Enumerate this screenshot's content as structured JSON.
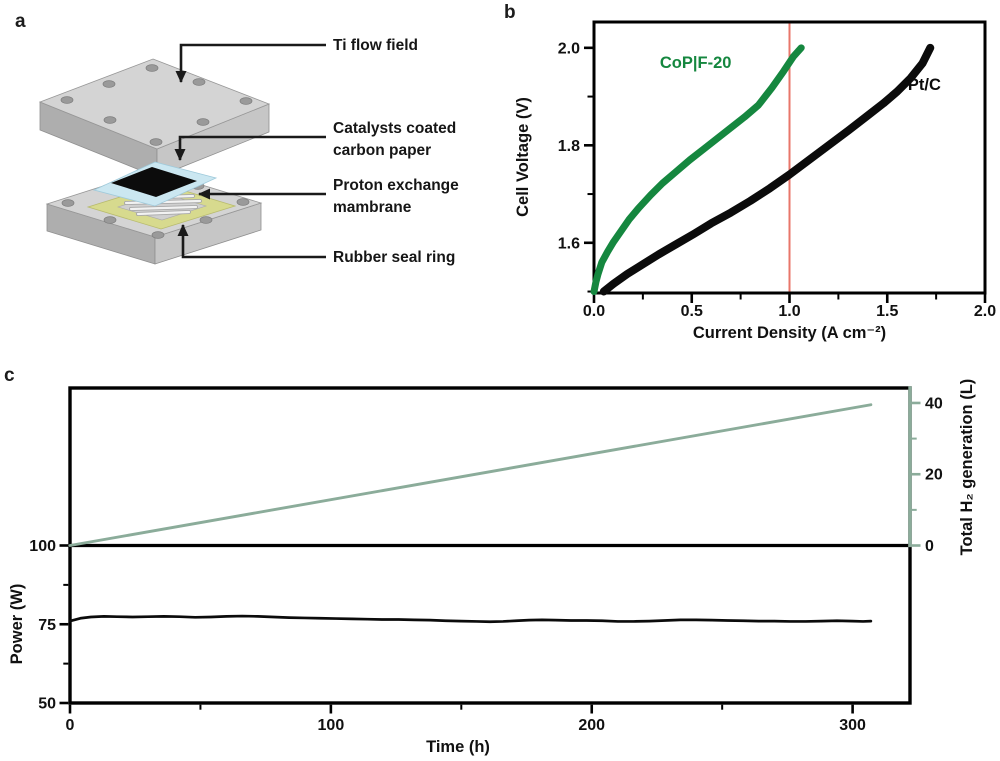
{
  "panels": {
    "a": {
      "letter": "a",
      "annotations": {
        "ti_flow_field": "Ti flow field",
        "catalysts_line1": "Catalysts coated",
        "catalysts_line2": "carbon paper",
        "membrane_line1": "Proton exchange",
        "membrane_line2": "mambrane",
        "seal": "Rubber seal ring"
      },
      "colors": {
        "plate_top": "#d4d4d4",
        "plate_left": "#aeaeae",
        "plate_right": "#c6c6c6",
        "membrane": "#cbe7f1",
        "catalyst": "#0c0c0c",
        "seal": "#d7da8e"
      }
    },
    "b": {
      "letter": "b"
    },
    "c": {
      "letter": "c"
    }
  },
  "chart_data": [
    {
      "panel": "b",
      "type": "line",
      "xlabel": "Current Density (A cm⁻²)",
      "ylabel": "Cell Voltage (V)",
      "xlim": [
        0,
        2.0
      ],
      "ylim": [
        1.497,
        2.053
      ],
      "xticks": [
        0.0,
        0.5,
        1.0,
        1.5,
        2.0
      ],
      "xtick_labels": [
        "0.0",
        "0.5",
        "1.0",
        "1.5",
        "2.0"
      ],
      "xticks_minor": [
        0.25,
        0.75,
        1.25,
        1.75
      ],
      "yticks": [
        1.6,
        1.8,
        2.0
      ],
      "ytick_labels": [
        "1.6",
        "1.8",
        "2.0"
      ],
      "yticks_minor": [
        1.5,
        1.7,
        1.9
      ],
      "grid": false,
      "vline": {
        "x": 1.0,
        "color": "#e8766a"
      },
      "series": [
        {
          "name": "CoP|F-20",
          "color": "#15873f",
          "label_at": [
            0.52,
            1.959
          ],
          "x": [
            0.0,
            0.01,
            0.02,
            0.04,
            0.07,
            0.1,
            0.14,
            0.18,
            0.23,
            0.29,
            0.35,
            0.42,
            0.49,
            0.56,
            0.63,
            0.7,
            0.77,
            0.84,
            0.91,
            0.97,
            1.02,
            1.06
          ],
          "y": [
            1.5,
            1.52,
            1.535,
            1.56,
            1.582,
            1.602,
            1.625,
            1.648,
            1.672,
            1.698,
            1.722,
            1.746,
            1.77,
            1.792,
            1.814,
            1.836,
            1.858,
            1.882,
            1.918,
            1.952,
            1.982,
            2.0
          ]
        },
        {
          "name": "Pt/C",
          "color": "#0b0b0b",
          "label_at": [
            1.69,
            1.914
          ],
          "x": [
            0.05,
            0.1,
            0.17,
            0.25,
            0.33,
            0.42,
            0.51,
            0.6,
            0.7,
            0.8,
            0.9,
            1.0,
            1.1,
            1.2,
            1.3,
            1.4,
            1.48,
            1.55,
            1.62,
            1.68,
            1.72
          ],
          "y": [
            1.5,
            1.516,
            1.536,
            1.556,
            1.576,
            1.597,
            1.618,
            1.64,
            1.662,
            1.686,
            1.712,
            1.74,
            1.77,
            1.8,
            1.83,
            1.861,
            1.886,
            1.91,
            1.938,
            1.968,
            2.0
          ]
        }
      ]
    },
    {
      "panel": "c",
      "type": "dual-line",
      "xlabel": "Time (h)",
      "ylabel_left": "Power (W)",
      "ylabel_right": "Total H₂ generation (L)",
      "xlim": [
        0,
        322
      ],
      "ylim_left": [
        50,
        150
      ],
      "ylim_right": [
        0,
        44.2
      ],
      "divider_left_value": 100,
      "xticks": [
        0,
        100,
        200,
        300
      ],
      "xtick_labels": [
        "0",
        "100",
        "200",
        "300"
      ],
      "xticks_minor": [
        50,
        150,
        250
      ],
      "yticks_left": [
        50,
        75,
        100
      ],
      "ytick_labels_left": [
        "50",
        "75",
        "100"
      ],
      "yticks_minor_left": [
        62.5,
        87.5
      ],
      "yticks_right": [
        0,
        20,
        40
      ],
      "ytick_labels_right": [
        "0",
        "20",
        "40"
      ],
      "yticks_minor_right": [
        10,
        30
      ],
      "right_axis_color": "#8bac9a",
      "grid": false,
      "series": [
        {
          "name": "Power",
          "axis": "left",
          "color": "#0b0b0b",
          "points": [
            [
              0,
              76.0
            ],
            [
              4,
              76.9
            ],
            [
              8,
              77.3
            ],
            [
              13,
              77.5
            ],
            [
              18,
              77.4
            ],
            [
              24,
              77.3
            ],
            [
              30,
              77.4
            ],
            [
              36,
              77.5
            ],
            [
              42,
              77.4
            ],
            [
              48,
              77.2
            ],
            [
              54,
              77.3
            ],
            [
              60,
              77.5
            ],
            [
              66,
              77.6
            ],
            [
              72,
              77.5
            ],
            [
              78,
              77.3
            ],
            [
              84,
              77.1
            ],
            [
              90,
              77.0
            ],
            [
              96,
              76.9
            ],
            [
              102,
              76.8
            ],
            [
              108,
              76.7
            ],
            [
              114,
              76.6
            ],
            [
              120,
              76.5
            ],
            [
              126,
              76.5
            ],
            [
              132,
              76.4
            ],
            [
              138,
              76.3
            ],
            [
              144,
              76.1
            ],
            [
              150,
              76.0
            ],
            [
              156,
              75.9
            ],
            [
              161,
              75.8
            ],
            [
              166,
              75.9
            ],
            [
              171,
              76.1
            ],
            [
              176,
              76.3
            ],
            [
              181,
              76.4
            ],
            [
              186,
              76.3
            ],
            [
              192,
              76.2
            ],
            [
              198,
              76.2
            ],
            [
              204,
              76.1
            ],
            [
              210,
              75.9
            ],
            [
              216,
              75.9
            ],
            [
              222,
              76.0
            ],
            [
              228,
              76.2
            ],
            [
              234,
              76.4
            ],
            [
              240,
              76.4
            ],
            [
              246,
              76.3
            ],
            [
              252,
              76.2
            ],
            [
              258,
              76.1
            ],
            [
              264,
              76.0
            ],
            [
              270,
              76.0
            ],
            [
              276,
              75.9
            ],
            [
              282,
              75.9
            ],
            [
              288,
              76.0
            ],
            [
              294,
              76.1
            ],
            [
              300,
              76.0
            ],
            [
              304,
              75.9
            ],
            [
              307,
              76.0
            ]
          ]
        },
        {
          "name": "Total H2 generation",
          "axis": "right",
          "color": "#8bac9a",
          "points": [
            [
              0,
              0
            ],
            [
              307,
              39.5
            ]
          ]
        }
      ]
    }
  ]
}
